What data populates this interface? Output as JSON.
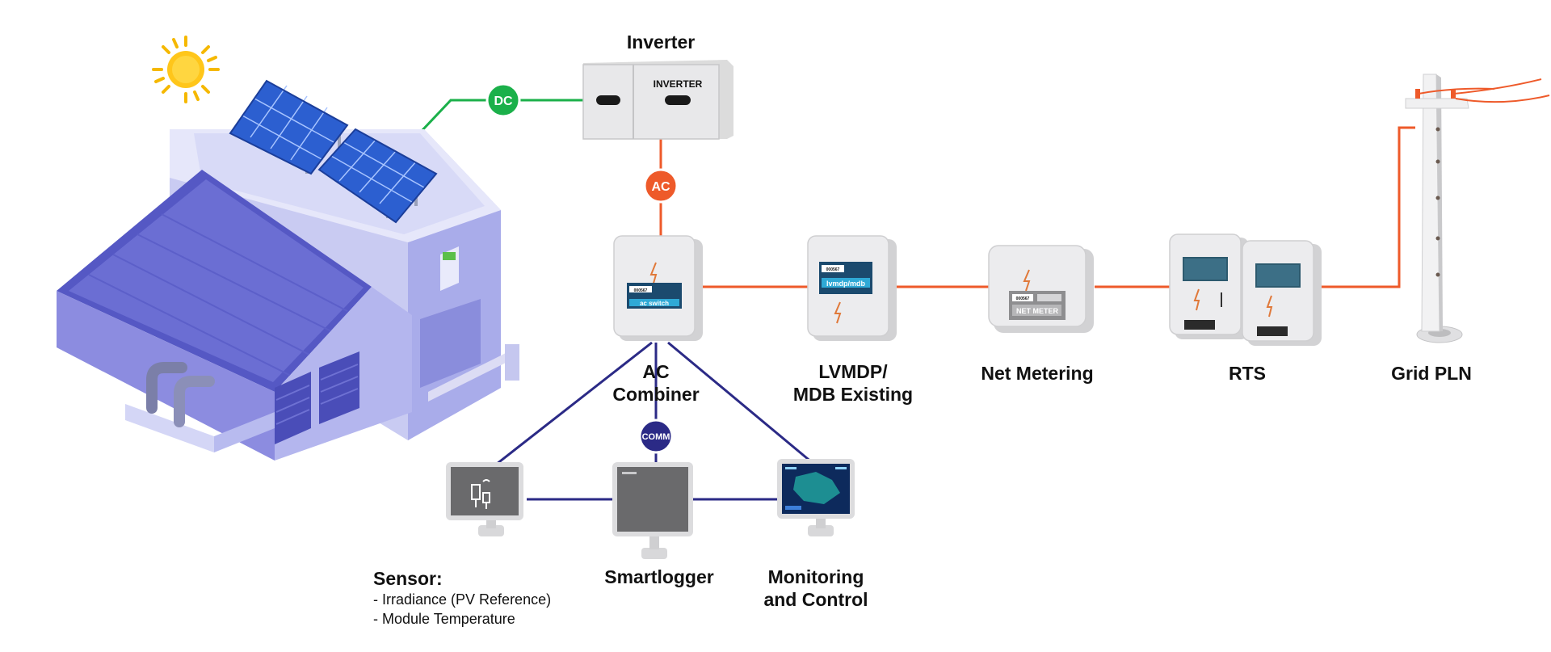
{
  "labels": {
    "inverter": "Inverter",
    "ac_combiner": [
      "AC",
      "Combiner"
    ],
    "lvmdp": [
      "LVMDP/",
      "MDB Existing"
    ],
    "net_metering": "Net Metering",
    "rts": "RTS",
    "grid_pln": "Grid PLN",
    "smartlogger": "Smartlogger",
    "monitoring": [
      "Monitoring",
      "and Control"
    ],
    "sensor_title": "Sensor:",
    "sensor_items": [
      "- Irradiance (PV Reference)",
      "- Module Temperature"
    ]
  },
  "badges": {
    "dc": "DC",
    "ac": "AC",
    "comm": "COMM"
  },
  "device_text": {
    "inverter_face": "INVERTER",
    "ac_switch": "ac switch",
    "lvmdp_screen": "lvmdp/mdb",
    "net_meter": "NET METER",
    "screen_small": "000567"
  },
  "colors": {
    "dc_line": "#1bb04a",
    "ac_line": "#ee5a2a",
    "comm_line": "#2b2a86",
    "building": "#8c8ce0",
    "building_dark": "#5558c4",
    "panel": "#2c5fd0"
  }
}
